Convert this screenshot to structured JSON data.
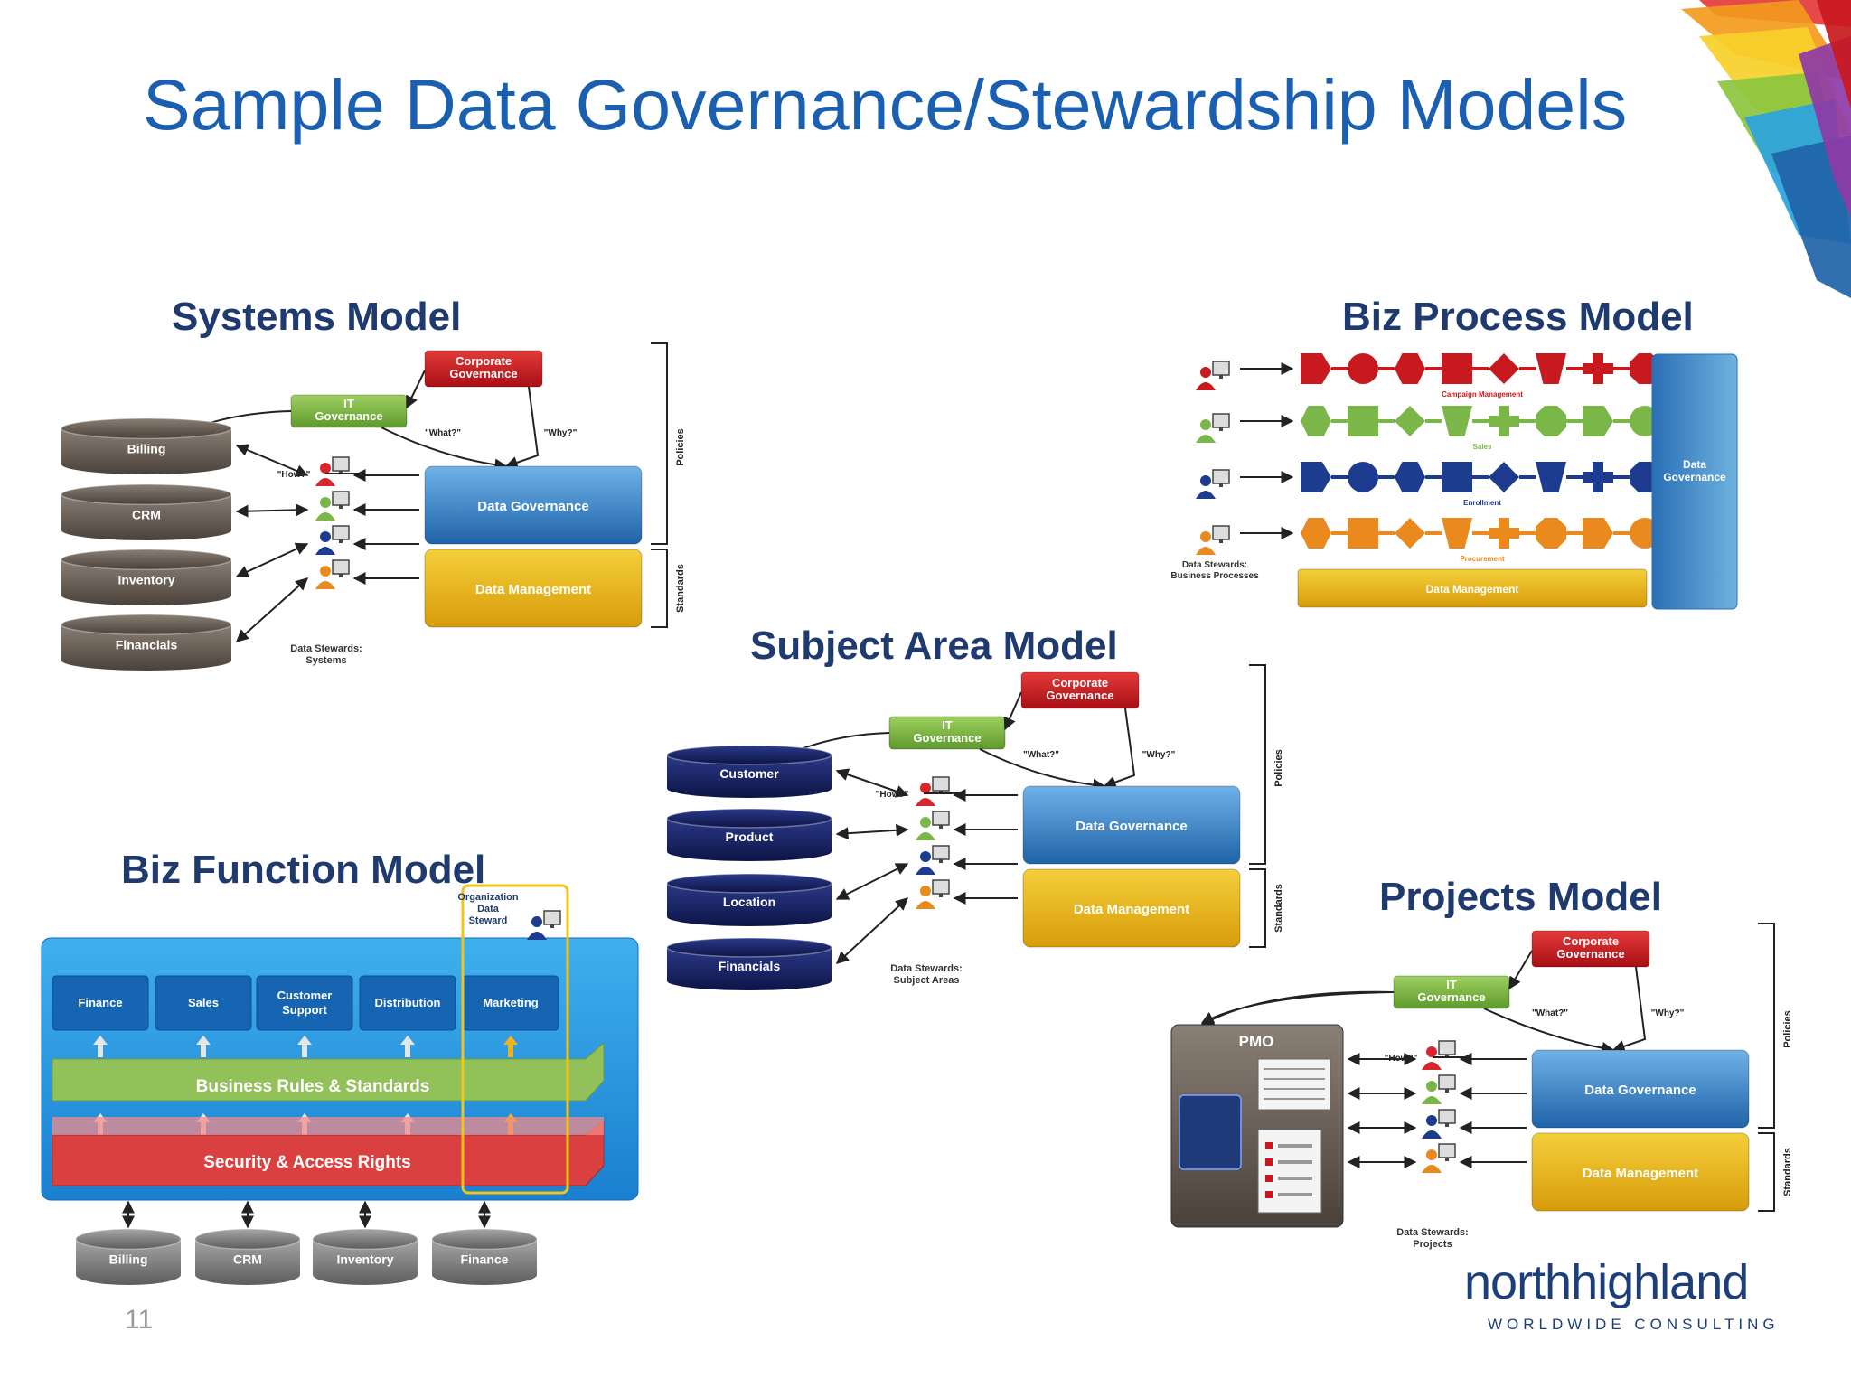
{
  "slide": {
    "title": "Sample Data Governance/Stewardship Models",
    "page_number": "11"
  },
  "brand": {
    "name": "northhighland",
    "tagline": "WORLDWIDE CONSULTING",
    "color": "#1c3f7a"
  },
  "colors": {
    "title": "#1a5fb0",
    "model_title": "#1f3a6e",
    "corporate_governance": "#c8191e",
    "it_governance": "#7ab648",
    "data_governance": "#2f7ec4",
    "data_management": "#e6b312"
  },
  "common": {
    "corporate_governance": [
      "Corporate",
      "Governance"
    ],
    "it_governance": [
      "IT",
      "Governance"
    ],
    "what": "\"What?\"",
    "why": "\"Why?\"",
    "how": "\"How?\"",
    "data_governance": "Data Governance",
    "data_management": "Data Management",
    "policies": "Policies",
    "standards": "Standards"
  },
  "systems_model": {
    "title": "Systems Model",
    "systems": [
      "Billing",
      "CRM",
      "Inventory",
      "Financials"
    ],
    "stewards_label": [
      "Data Stewards:",
      "Systems"
    ]
  },
  "subject_area_model": {
    "title": "Subject Area Model",
    "subjects": [
      "Customer",
      "Product",
      "Location",
      "Financials"
    ],
    "stewards_label": [
      "Data Stewards:",
      "Subject Areas"
    ]
  },
  "projects_model": {
    "title": "Projects Model",
    "pmo_label": "PMO",
    "stewards_label": [
      "Data Stewards:",
      "Projects"
    ]
  },
  "biz_process_model": {
    "title": "Biz Process Model",
    "processes": [
      "Campaign Management",
      "Sales",
      "Enrollment",
      "Procurement"
    ],
    "data_governance": [
      "Data",
      "Governance"
    ],
    "data_management": "Data Management",
    "stewards_label": [
      "Data Stewards:",
      "Business Processes"
    ]
  },
  "biz_function_model": {
    "title": "Biz Function Model",
    "functions": [
      [
        "Finance"
      ],
      [
        "Sales"
      ],
      [
        "Customer",
        "Support"
      ],
      [
        "Distribution"
      ],
      [
        "Marketing"
      ]
    ],
    "org_steward": [
      "Organization",
      "Data",
      "Steward"
    ],
    "business_rules": "Business Rules & Standards",
    "security": "Security & Access Rights",
    "systems": [
      "Billing",
      "CRM",
      "Inventory",
      "Finance"
    ]
  }
}
